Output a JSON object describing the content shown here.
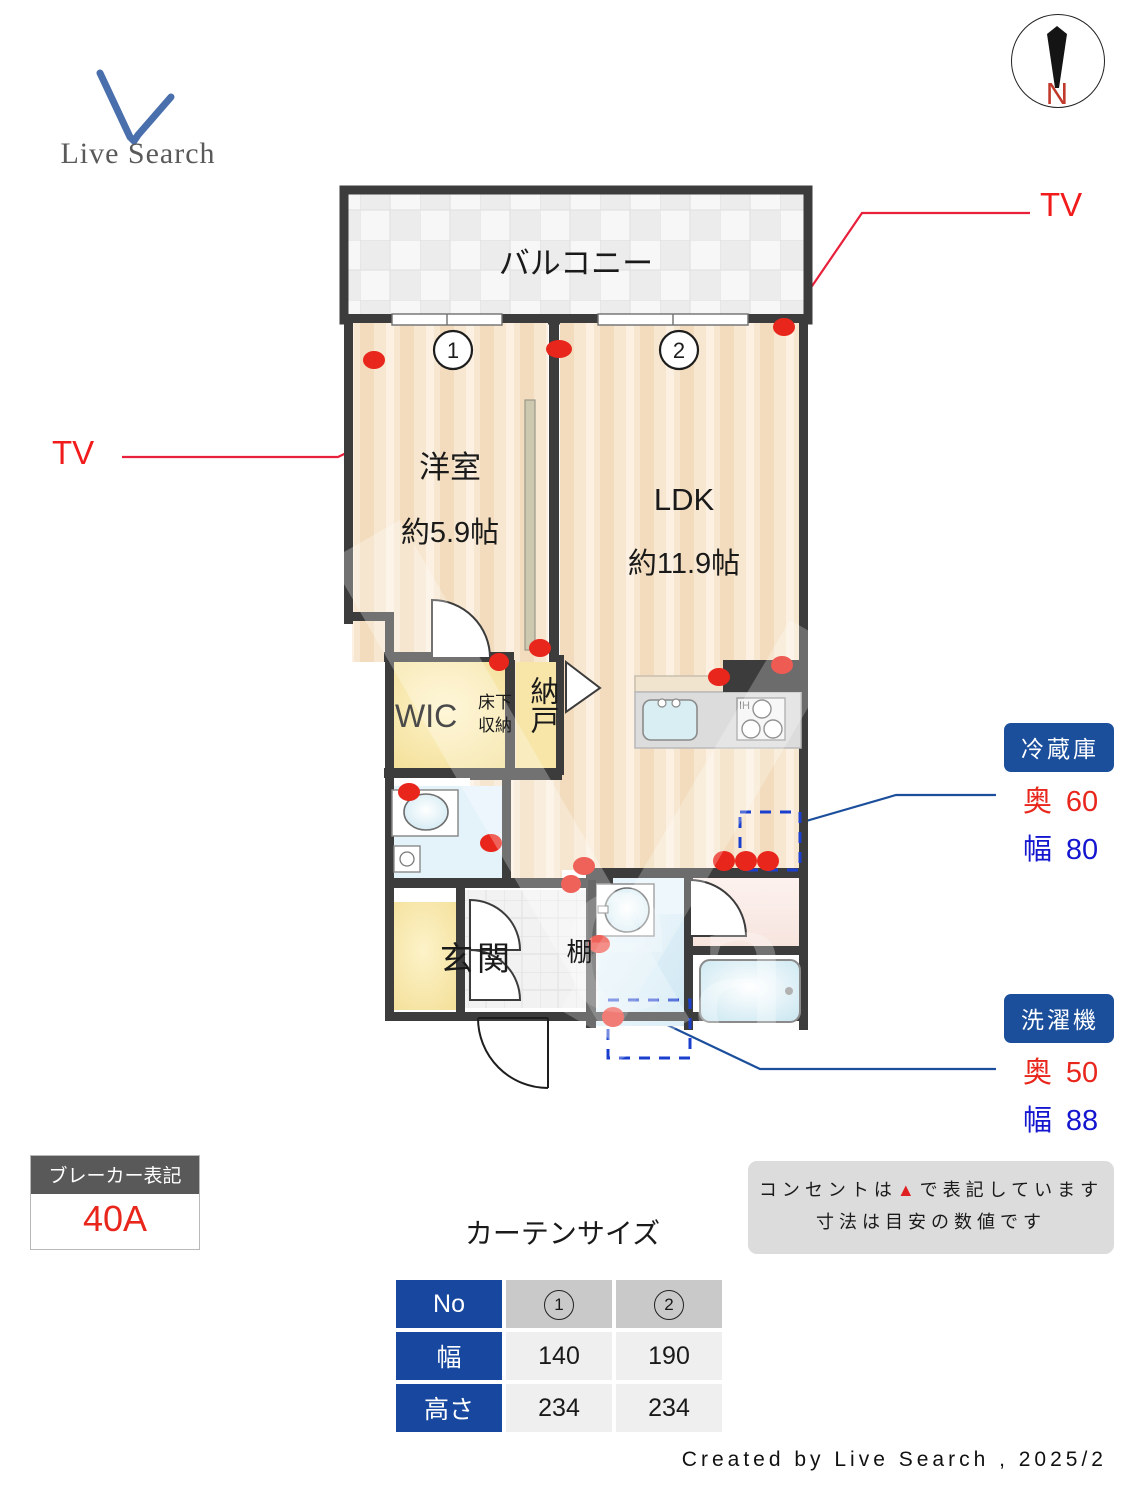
{
  "brand": {
    "name": "Live Search",
    "logo_icon": "check-v-icon"
  },
  "compass": {
    "label": "N",
    "icon": "north-arrow-icon"
  },
  "tv_markers": [
    {
      "label": "TV",
      "position": "left"
    },
    {
      "label": "TV",
      "position": "right"
    }
  ],
  "appliances": [
    {
      "title": "冷蔵庫",
      "depth_label": "奥",
      "depth_value": "60",
      "width_label": "幅",
      "width_value": "80"
    },
    {
      "title": "洗濯機",
      "depth_label": "奥",
      "depth_value": "50",
      "width_label": "幅",
      "width_value": "88"
    }
  ],
  "breaker": {
    "title": "ブレーカー表記",
    "value": "40A"
  },
  "notes": {
    "line1_before": "コンセントは",
    "line1_marker": "▲",
    "line1_after": "で表記しています",
    "line2": "寸法は目安の数値です"
  },
  "curtain": {
    "title": "カーテンサイズ",
    "row_headers": [
      "No",
      "幅",
      "高さ"
    ],
    "columns": [
      "1",
      "2"
    ],
    "width_values": [
      "140",
      "190"
    ],
    "height_values": [
      "234",
      "234"
    ]
  },
  "plan": {
    "balcony": "バルコニー",
    "bedroom_name": "洋室",
    "bedroom_area": "約5.9帖",
    "ldk_name": "LDK",
    "ldk_area": "約11.9帖",
    "wic": "WIC",
    "underfloor_storage_line1": "床下",
    "underfloor_storage_line2": "収納",
    "nando": "納戸",
    "entrance": "玄関",
    "shelf": "棚",
    "window_marks": [
      "1",
      "2"
    ],
    "kitchen_cooktop": "IH"
  },
  "footer": {
    "text": "Created by Live Search , 2025/2"
  },
  "colors": {
    "accent_blue": "#17479e",
    "outlet_red": "#e8261b",
    "tv_red": "#f21b1b",
    "wall_dark": "#3c3c3c",
    "floor_wood": "#f3e0c6",
    "closet_yellow": "#f7e9b4",
    "water_blue": "#d8eef7"
  }
}
